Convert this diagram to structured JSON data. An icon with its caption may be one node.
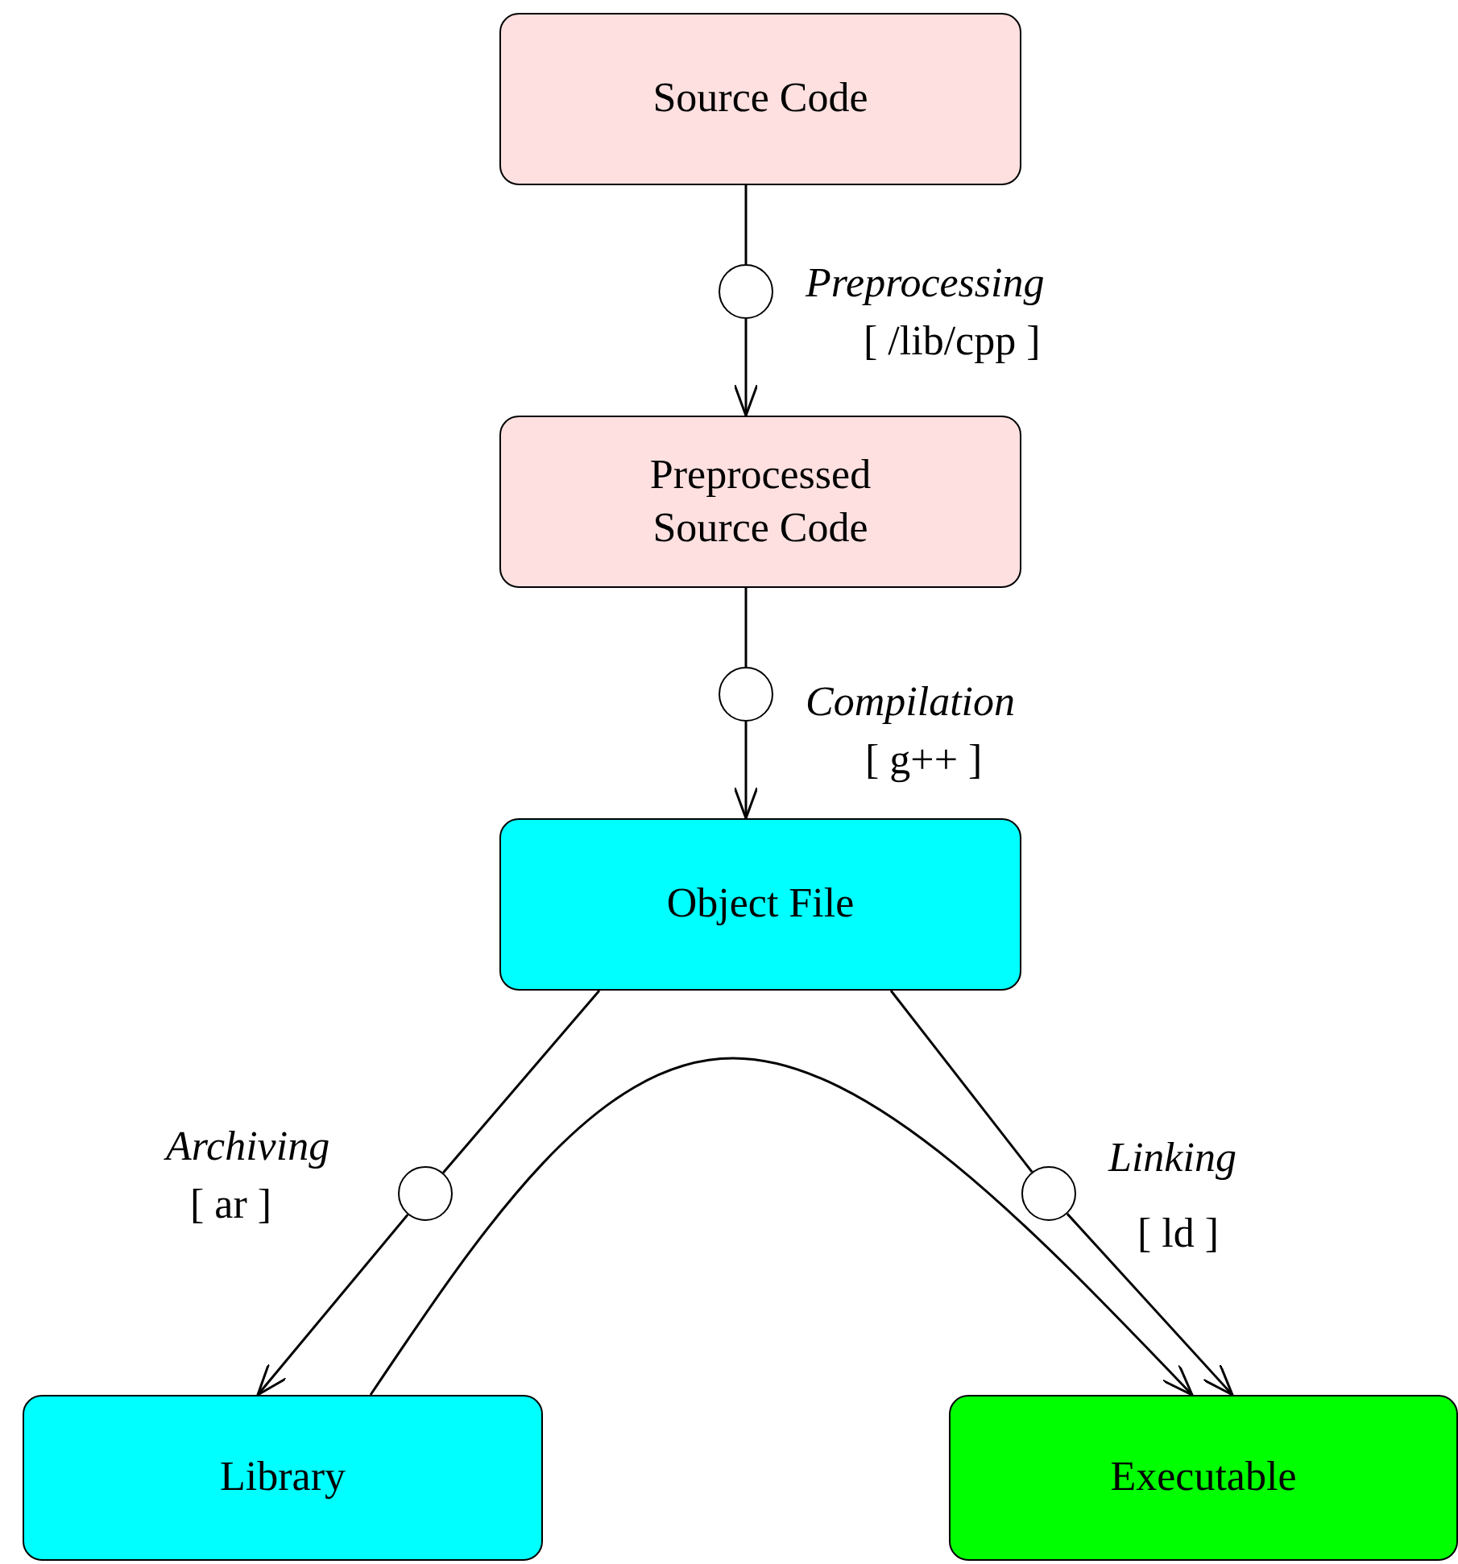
{
  "diagram": {
    "nodes": [
      {
        "text": [
          "Source Code"
        ]
      },
      {
        "text": [
          "Preprocessed Source Code"
        ]
      },
      {
        "text": [
          "Object File"
        ]
      },
      {
        "text": [
          "Library"
        ]
      },
      {
        "text": [
          "Executable"
        ]
      },
      {
        "text": [],
        "shape": "circle",
        "beside": [
          "Preprocessing",
          "[ /lib/cpp ]"
        ]
      },
      {
        "text": [],
        "shape": "circle",
        "beside": [
          "Compilation",
          "[ g++ ]"
        ]
      },
      {
        "text": [],
        "shape": "circle",
        "beside": [
          "Archiving",
          "[ ar ]"
        ]
      },
      {
        "text": [],
        "shape": "circle",
        "beside": [
          "Linking",
          "[ ld ]"
        ]
      }
    ],
    "edges": [
      {
        "from": 0,
        "to": 5,
        "arrow": "none"
      },
      {
        "from": 5,
        "to": 1,
        "arrow": "to"
      },
      {
        "from": 1,
        "to": 6,
        "arrow": "none"
      },
      {
        "from": 6,
        "to": 2,
        "arrow": "to"
      },
      {
        "from": 2,
        "to": 7,
        "arrow": "none"
      },
      {
        "from": 7,
        "to": 3,
        "arrow": "to"
      },
      {
        "from": 2,
        "to": 8,
        "arrow": "none"
      },
      {
        "from": 8,
        "to": 4,
        "arrow": "to"
      },
      {
        "from": 3,
        "to": 4,
        "arrow": "to"
      }
    ]
  }
}
